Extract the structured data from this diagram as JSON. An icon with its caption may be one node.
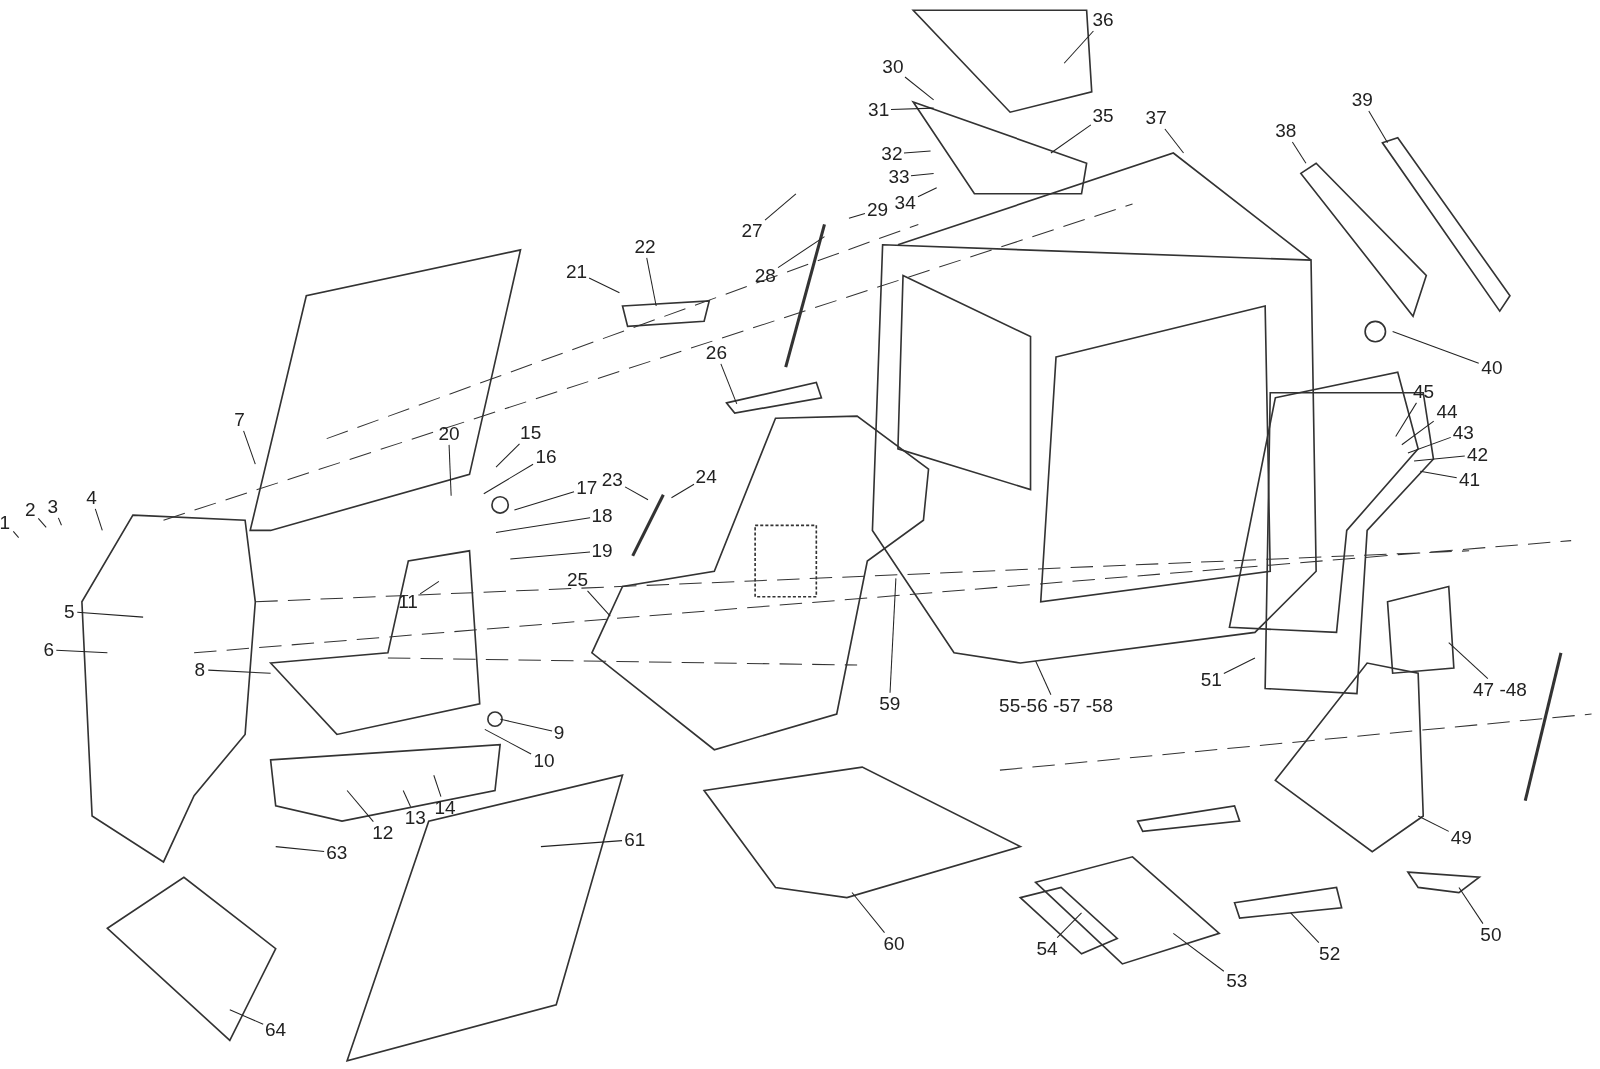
{
  "diagram": {
    "nodes": [
      {
        "text": [
          "1"
        ]
      },
      {
        "text": [
          "2"
        ]
      },
      {
        "text": [
          "3"
        ]
      },
      {
        "text": [
          "4"
        ]
      },
      {
        "text": [
          "5"
        ]
      },
      {
        "text": [
          "6"
        ]
      },
      {
        "text": [
          "7"
        ]
      },
      {
        "text": [
          "8"
        ]
      },
      {
        "text": [
          "9"
        ]
      },
      {
        "text": [
          "10"
        ]
      },
      {
        "text": [
          "11"
        ]
      },
      {
        "text": [
          "12"
        ]
      },
      {
        "text": [
          "13"
        ]
      },
      {
        "text": [
          "14"
        ]
      },
      {
        "text": [
          "15"
        ]
      },
      {
        "text": [
          "16"
        ]
      },
      {
        "text": [
          "17"
        ]
      },
      {
        "text": [
          "18"
        ]
      },
      {
        "text": [
          "19"
        ]
      },
      {
        "text": [
          "20"
        ]
      },
      {
        "text": [
          "21"
        ]
      },
      {
        "text": [
          "22"
        ]
      },
      {
        "text": [
          "23"
        ]
      },
      {
        "text": [
          "24"
        ]
      },
      {
        "text": [
          "25"
        ]
      },
      {
        "text": [
          "26"
        ]
      },
      {
        "text": [
          "27"
        ]
      },
      {
        "text": [
          "28"
        ]
      },
      {
        "text": [
          "29"
        ]
      },
      {
        "text": [
          "30"
        ]
      },
      {
        "text": [
          "31"
        ]
      },
      {
        "text": [
          "32"
        ]
      },
      {
        "text": [
          "33"
        ]
      },
      {
        "text": [
          "34"
        ]
      },
      {
        "text": [
          "35"
        ]
      },
      {
        "text": [
          "36"
        ]
      },
      {
        "text": [
          "37"
        ]
      },
      {
        "text": [
          "38"
        ]
      },
      {
        "text": [
          "39"
        ]
      },
      {
        "text": [
          "40"
        ]
      },
      {
        "text": [
          "41"
        ]
      },
      {
        "text": [
          "42"
        ]
      },
      {
        "text": [
          "43"
        ]
      },
      {
        "text": [
          "44"
        ]
      },
      {
        "text": [
          "45"
        ]
      },
      {
        "text": [
          "47 -48"
        ]
      },
      {
        "text": [
          "49"
        ]
      },
      {
        "text": [
          "50"
        ]
      },
      {
        "text": [
          "51"
        ]
      },
      {
        "text": [
          "52"
        ]
      },
      {
        "text": [
          "53"
        ]
      },
      {
        "text": [
          "54"
        ]
      },
      {
        "text": [
          "55-56 -57 -58"
        ]
      },
      {
        "text": [
          "59"
        ]
      },
      {
        "text": [
          "60"
        ]
      },
      {
        "text": [
          "61"
        ]
      },
      {
        "text": [
          "63"
        ]
      },
      {
        "text": [
          "64"
        ]
      }
    ],
    "edges": [
      {
        "from": 0,
        "to": null,
        "arrow": "none"
      },
      {
        "from": 1,
        "to": null,
        "arrow": "none"
      },
      {
        "from": 2,
        "to": null,
        "arrow": "none"
      },
      {
        "from": 3,
        "to": null,
        "arrow": "none"
      },
      {
        "from": 4,
        "to": null,
        "arrow": "none"
      },
      {
        "from": 5,
        "to": null,
        "arrow": "none"
      },
      {
        "from": 6,
        "to": null,
        "arrow": "none"
      },
      {
        "from": 7,
        "to": null,
        "arrow": "none"
      },
      {
        "from": 8,
        "to": null,
        "arrow": "none"
      },
      {
        "from": 9,
        "to": null,
        "arrow": "none"
      },
      {
        "from": 10,
        "to": null,
        "arrow": "none"
      },
      {
        "from": 11,
        "to": null,
        "arrow": "none"
      },
      {
        "from": 12,
        "to": null,
        "arrow": "none"
      },
      {
        "from": 13,
        "to": null,
        "arrow": "none"
      },
      {
        "from": 14,
        "to": null,
        "arrow": "none"
      },
      {
        "from": 15,
        "to": null,
        "arrow": "none"
      },
      {
        "from": 16,
        "to": null,
        "arrow": "none"
      },
      {
        "from": 17,
        "to": null,
        "arrow": "none"
      },
      {
        "from": 18,
        "to": null,
        "arrow": "none"
      },
      {
        "from": 19,
        "to": null,
        "arrow": "none"
      },
      {
        "from": 20,
        "to": null,
        "arrow": "none"
      },
      {
        "from": 21,
        "to": null,
        "arrow": "none"
      },
      {
        "from": 22,
        "to": null,
        "arrow": "none"
      },
      {
        "from": 23,
        "to": null,
        "arrow": "none"
      },
      {
        "from": 24,
        "to": null,
        "arrow": "none"
      },
      {
        "from": 25,
        "to": null,
        "arrow": "none"
      },
      {
        "from": 26,
        "to": null,
        "arrow": "none"
      },
      {
        "from": 27,
        "to": null,
        "arrow": "none"
      },
      {
        "from": 28,
        "to": null,
        "arrow": "none"
      },
      {
        "from": 29,
        "to": null,
        "arrow": "none"
      },
      {
        "from": 30,
        "to": null,
        "arrow": "none"
      },
      {
        "from": 31,
        "to": null,
        "arrow": "none"
      },
      {
        "from": 32,
        "to": null,
        "arrow": "none"
      },
      {
        "from": 33,
        "to": null,
        "arrow": "none"
      },
      {
        "from": 34,
        "to": null,
        "arrow": "none"
      },
      {
        "from": 35,
        "to": null,
        "arrow": "none"
      },
      {
        "from": 36,
        "to": null,
        "arrow": "none"
      },
      {
        "from": 37,
        "to": null,
        "arrow": "none"
      },
      {
        "from": 38,
        "to": null,
        "arrow": "none"
      },
      {
        "from": 39,
        "to": null,
        "arrow": "none"
      },
      {
        "from": 40,
        "to": null,
        "arrow": "none"
      },
      {
        "from": 41,
        "to": null,
        "arrow": "none"
      },
      {
        "from": 42,
        "to": null,
        "arrow": "none"
      },
      {
        "from": 43,
        "to": null,
        "arrow": "none"
      },
      {
        "from": 44,
        "to": null,
        "arrow": "none"
      },
      {
        "from": 45,
        "to": null,
        "arrow": "none"
      },
      {
        "from": 46,
        "to": null,
        "arrow": "none"
      },
      {
        "from": 47,
        "to": null,
        "arrow": "none"
      },
      {
        "from": 48,
        "to": null,
        "arrow": "none"
      },
      {
        "from": 49,
        "to": null,
        "arrow": "none"
      },
      {
        "from": 50,
        "to": null,
        "arrow": "none"
      },
      {
        "from": 51,
        "to": null,
        "arrow": "none"
      },
      {
        "from": 52,
        "to": null,
        "arrow": "none"
      },
      {
        "from": 53,
        "to": null,
        "arrow": "none"
      },
      {
        "from": 54,
        "to": null,
        "arrow": "none"
      },
      {
        "from": 55,
        "to": null,
        "arrow": "none"
      },
      {
        "from": 56,
        "to": null,
        "arrow": "none"
      },
      {
        "from": 57,
        "to": null,
        "arrow": "none"
      }
    ]
  }
}
